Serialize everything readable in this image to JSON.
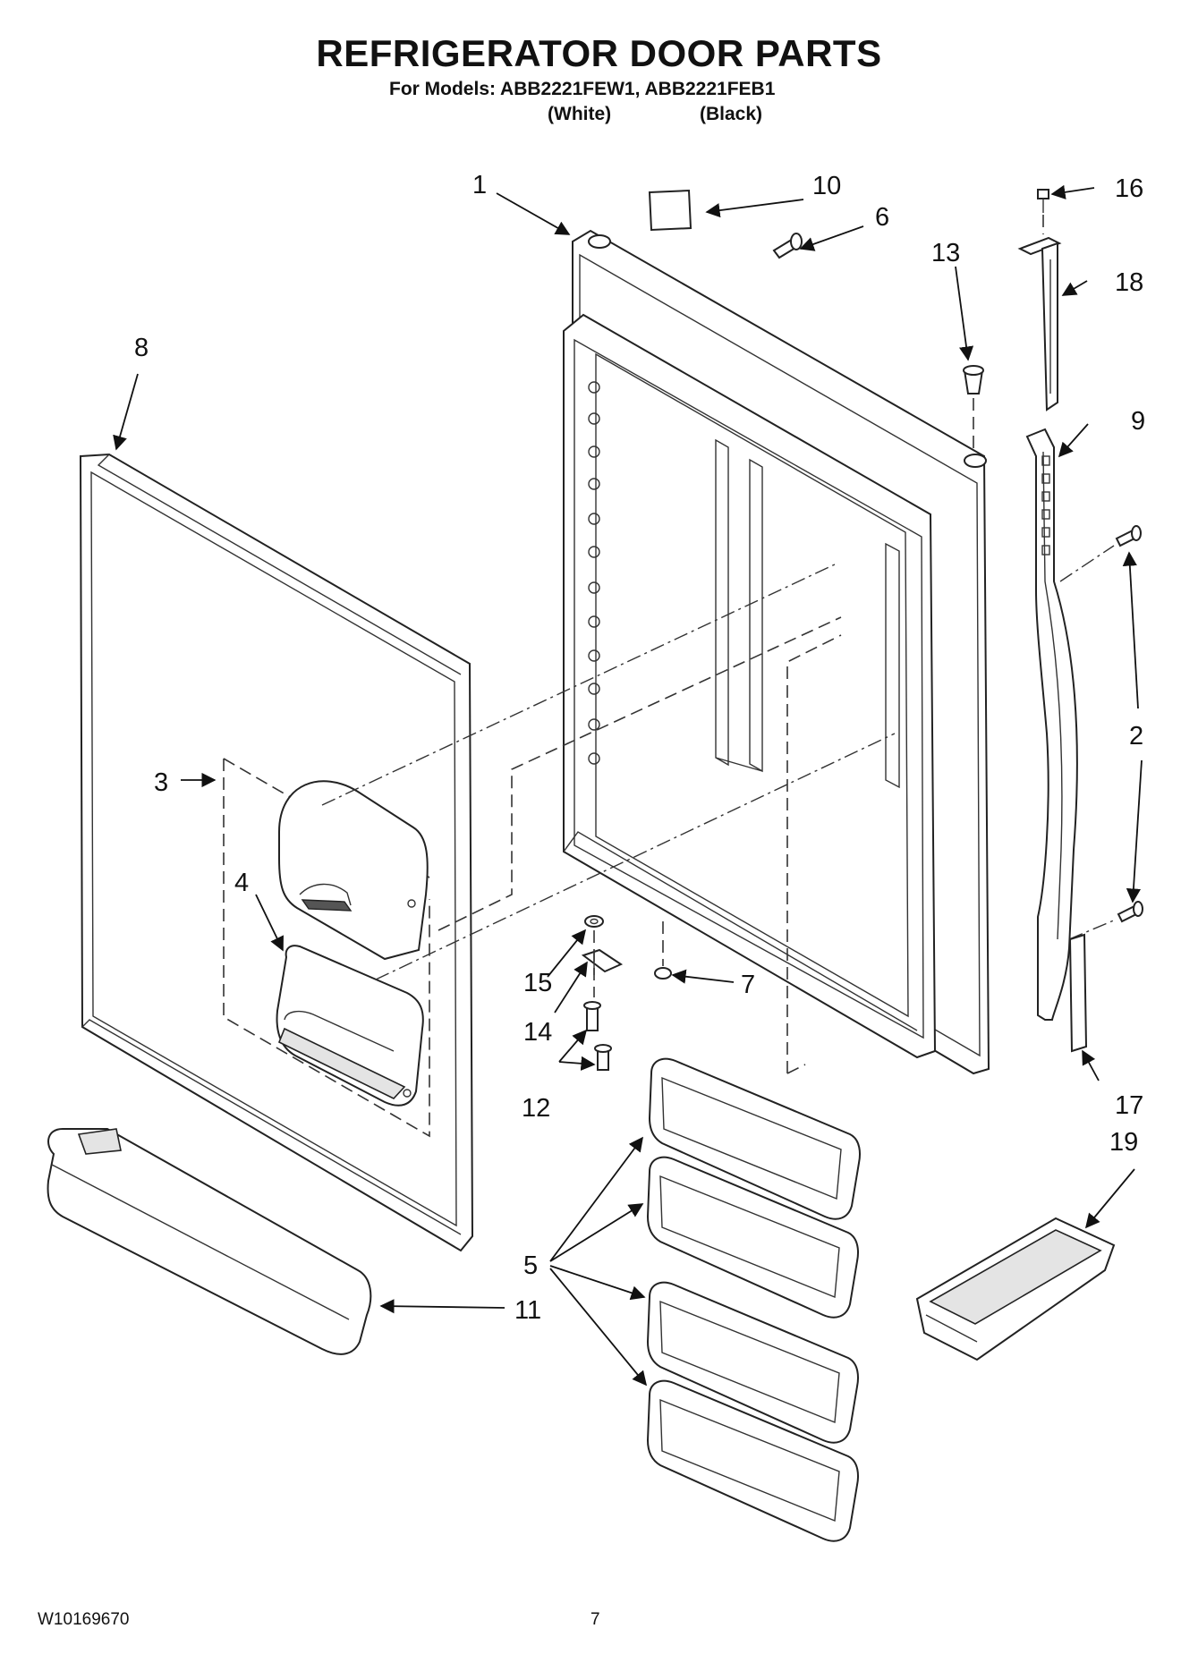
{
  "header": {
    "title": "REFRIGERATOR DOOR PARTS",
    "subtitle": "For Models: ABB2221FEW1, ABB2221FEB1",
    "variant_white": "(White)",
    "variant_black": "(Black)"
  },
  "callouts": {
    "c1": "1",
    "c2": "2",
    "c3": "3",
    "c4": "4",
    "c5": "5",
    "c6": "6",
    "c7": "7",
    "c8": "8",
    "c9": "9",
    "c10": "10",
    "c11": "11",
    "c12": "12",
    "c13": "13",
    "c14": "14",
    "c15": "15",
    "c16": "16",
    "c17": "17",
    "c18": "18",
    "c19": "19"
  },
  "footer": {
    "doc_number": "W10169670",
    "page_number": "7"
  }
}
